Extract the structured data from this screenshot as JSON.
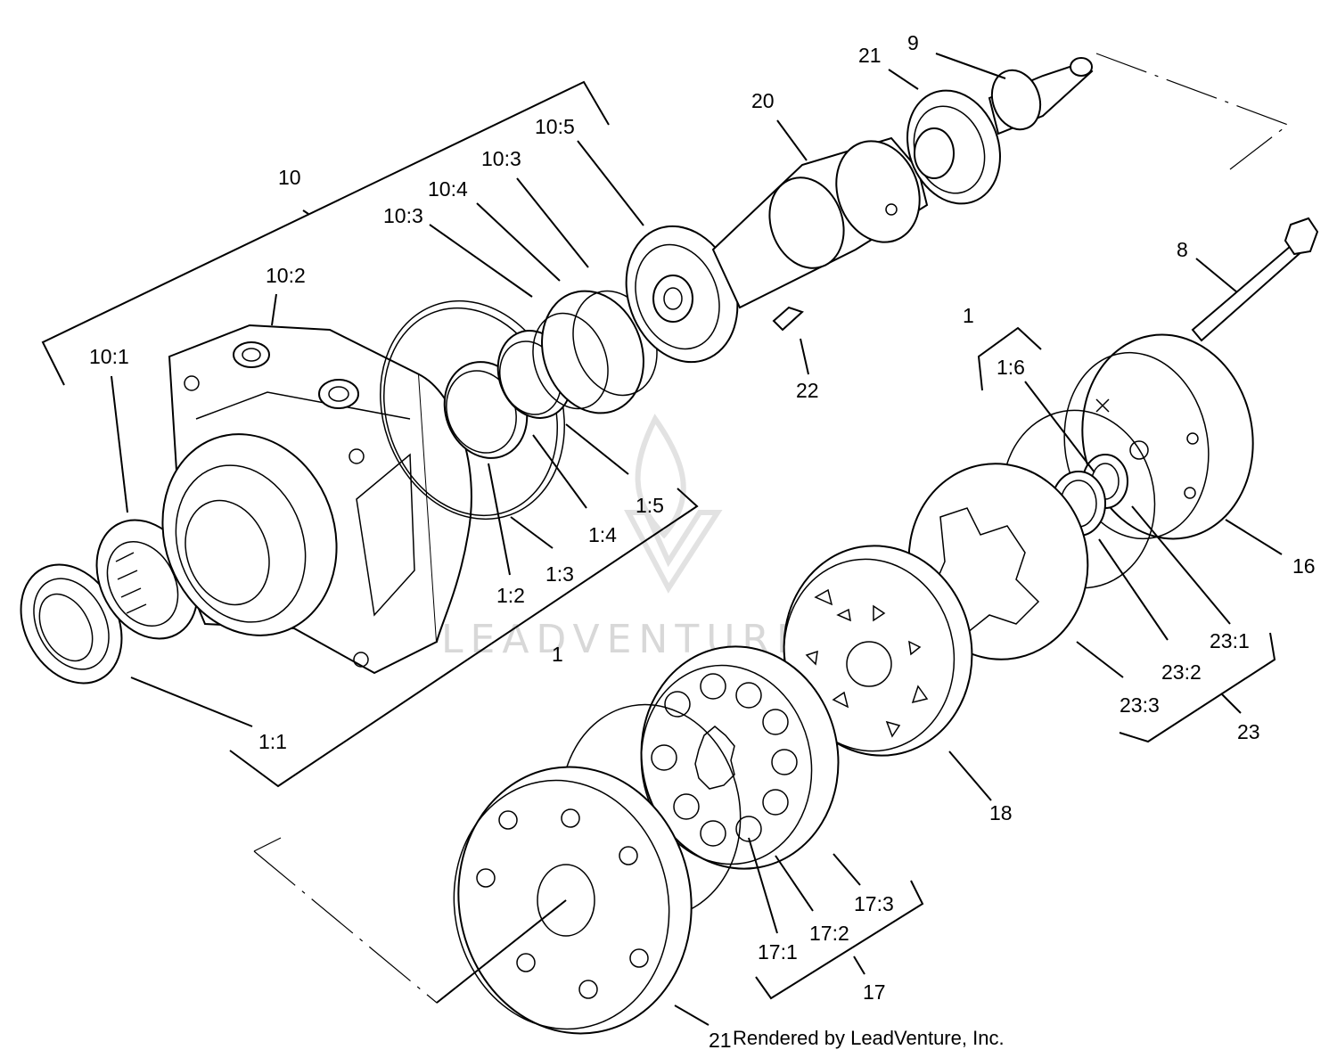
{
  "watermark": {
    "text": "LEADVENTURE"
  },
  "credit": {
    "text": "Rendered by LeadVenture, Inc."
  },
  "callouts": {
    "c10": "10",
    "c10_2": "10:2",
    "c10_1": "10:1",
    "c10_3a": "10:3",
    "c10_4": "10:4",
    "c10_3b": "10:3",
    "c10_5": "10:5",
    "c20": "20",
    "c21_top": "21",
    "c9": "9",
    "c8": "8",
    "c22": "22",
    "c1_top": "1",
    "c1_6": "1:6",
    "c16": "16",
    "c1_5": "1:5",
    "c1_4": "1:4",
    "c1_3": "1:3",
    "c1_2": "1:2",
    "c1_bottom": "1",
    "c1_1": "1:1",
    "c23_1": "23:1",
    "c23_2": "23:2",
    "c23_3": "23:3",
    "c23": "23",
    "c18": "18",
    "c17_3": "17:3",
    "c17_2": "17:2",
    "c17_1": "17:1",
    "c17": "17",
    "c21_bottom": "21"
  }
}
